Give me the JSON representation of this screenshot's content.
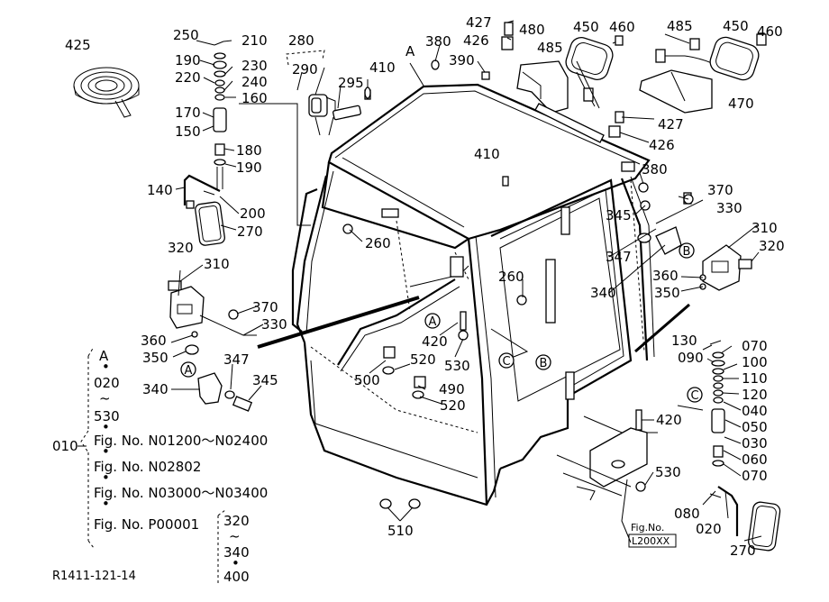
{
  "callouts": [
    {
      "id": "p250",
      "text": "250"
    },
    {
      "id": "p210",
      "text": "210"
    },
    {
      "id": "p190a",
      "text": "190"
    },
    {
      "id": "p230",
      "text": "230"
    },
    {
      "id": "p220",
      "text": "220"
    },
    {
      "id": "p240",
      "text": "240"
    },
    {
      "id": "p160",
      "text": "160"
    },
    {
      "id": "p170",
      "text": "170"
    },
    {
      "id": "p150",
      "text": "150"
    },
    {
      "id": "p180",
      "text": "180"
    },
    {
      "id": "p190b",
      "text": "190"
    },
    {
      "id": "p140",
      "text": "140"
    },
    {
      "id": "p200",
      "text": "200"
    },
    {
      "id": "p270a",
      "text": "270"
    },
    {
      "id": "p425",
      "text": "425"
    },
    {
      "id": "p280",
      "text": "280"
    },
    {
      "id": "p290",
      "text": "290"
    },
    {
      "id": "p295",
      "text": "295"
    },
    {
      "id": "p410a",
      "text": "410"
    },
    {
      "id": "pA",
      "text": "A"
    },
    {
      "id": "p380a",
      "text": "380"
    },
    {
      "id": "p427a",
      "text": "427"
    },
    {
      "id": "p426a",
      "text": "426"
    },
    {
      "id": "p390",
      "text": "390"
    },
    {
      "id": "p480",
      "text": "480"
    },
    {
      "id": "p485a",
      "text": "485"
    },
    {
      "id": "p450a",
      "text": "450"
    },
    {
      "id": "p460a",
      "text": "460"
    },
    {
      "id": "p485b",
      "text": "485"
    },
    {
      "id": "p450b",
      "text": "450"
    },
    {
      "id": "p460b",
      "text": "460"
    },
    {
      "id": "p470",
      "text": "470"
    },
    {
      "id": "p427b",
      "text": "427"
    },
    {
      "id": "p426b",
      "text": "426"
    },
    {
      "id": "p410b",
      "text": "410"
    },
    {
      "id": "p380b",
      "text": "380"
    },
    {
      "id": "p370a",
      "text": "370"
    },
    {
      "id": "p330a",
      "text": "330"
    },
    {
      "id": "p345a",
      "text": "345"
    },
    {
      "id": "p310a",
      "text": "310"
    },
    {
      "id": "p320a",
      "text": "320"
    },
    {
      "id": "p347a",
      "text": "347"
    },
    {
      "id": "p360a",
      "text": "360"
    },
    {
      "id": "p340a",
      "text": "340"
    },
    {
      "id": "p350a",
      "text": "350"
    },
    {
      "id": "p260a",
      "text": "260"
    },
    {
      "id": "p320b",
      "text": "320"
    },
    {
      "id": "p310b",
      "text": "310"
    },
    {
      "id": "p370b",
      "text": "370"
    },
    {
      "id": "p330b",
      "text": "330"
    },
    {
      "id": "p360b",
      "text": "360"
    },
    {
      "id": "p350b",
      "text": "350"
    },
    {
      "id": "p347b",
      "text": "347"
    },
    {
      "id": "p345b",
      "text": "345"
    },
    {
      "id": "p340b",
      "text": "340"
    },
    {
      "id": "p260b",
      "text": "260"
    },
    {
      "id": "p420a",
      "text": "420"
    },
    {
      "id": "p530a",
      "text": "530"
    },
    {
      "id": "p500",
      "text": "500"
    },
    {
      "id": "p520a",
      "text": "520"
    },
    {
      "id": "p490",
      "text": "490"
    },
    {
      "id": "p520b",
      "text": "520"
    },
    {
      "id": "p510",
      "text": "510"
    },
    {
      "id": "p130",
      "text": "130"
    },
    {
      "id": "p070a",
      "text": "070"
    },
    {
      "id": "p090",
      "text": "090"
    },
    {
      "id": "p100",
      "text": "100"
    },
    {
      "id": "p110",
      "text": "110"
    },
    {
      "id": "p120",
      "text": "120"
    },
    {
      "id": "p040",
      "text": "040"
    },
    {
      "id": "p050",
      "text": "050"
    },
    {
      "id": "p030",
      "text": "030"
    },
    {
      "id": "p060",
      "text": "060"
    },
    {
      "id": "p070b",
      "text": "070"
    },
    {
      "id": "p420b",
      "text": "420"
    },
    {
      "id": "p530b",
      "text": "530"
    },
    {
      "id": "p080",
      "text": "080"
    },
    {
      "id": "p020",
      "text": "020"
    },
    {
      "id": "p270b",
      "text": "270"
    }
  ],
  "markers": {
    "a1": "A",
    "a2": "A",
    "b1": "B",
    "b2": "B",
    "c1": "C",
    "c2": "C"
  },
  "legend": {
    "top_a": "A",
    "r020": "020",
    "r530": "530",
    "main": "010",
    "fig1": "Fig. No. N01200～N02400",
    "fig2": "Fig. No. N02802",
    "fig3": "Fig. No. N03000～N03400",
    "fig4": "Fig. No. P00001",
    "r320": "320",
    "r340": "340",
    "r400": "400"
  },
  "tilde": "~",
  "dot": "•",
  "fig_box": {
    "line1": "Fig.No.",
    "line2": "L200XX"
  },
  "footer": "R1411-121-14"
}
